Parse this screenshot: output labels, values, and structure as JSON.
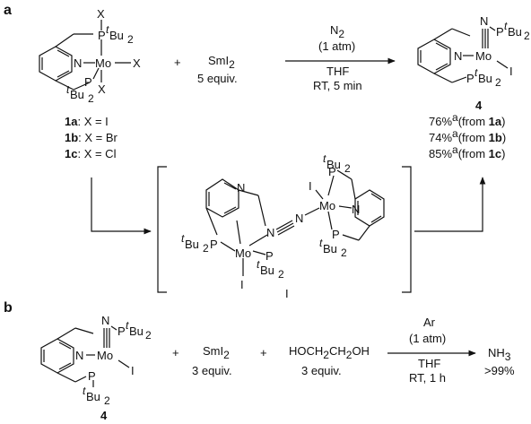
{
  "panel_a": {
    "label": "a",
    "complex1": {
      "atoms": {
        "x_top": "X",
        "pt": "P",
        "t": "t",
        "bu2": "Bu",
        "two": "2",
        "n": "N",
        "mo": "Mo",
        "x_right": "X",
        "x_bottom": "X",
        "p_bottom": "P",
        "t2": "t",
        "bu2b": "Bu",
        "two_b": "2"
      },
      "legend": [
        {
          "num": "1a",
          "rest": ": X = I"
        },
        {
          "num": "1b",
          "rest": ": X = Br"
        },
        {
          "num": "1c",
          "rest": ": X = Cl"
        }
      ]
    },
    "plus": "+",
    "reagent": {
      "name": "SmI",
      "sub": "2",
      "equiv": "5 equiv."
    },
    "arrow": {
      "above1": "N",
      "above1_sub": "2",
      "above2": "(1 atm)",
      "below1": "THF",
      "below2": "RT, 5 min"
    },
    "product": {
      "atoms": {
        "n_top": "N",
        "p": "P",
        "t": "t",
        "bu": "Bu",
        "two": "2",
        "n": "N",
        "mo": "Mo",
        "i": "I",
        "p_b": "P",
        "t_b": "t",
        "bu_b": "Bu",
        "two_b": "2"
      },
      "label": "4",
      "yields": [
        {
          "pct": "76%",
          "sup": "a",
          "src": "1a"
        },
        {
          "pct": "74%",
          "sup": "a",
          "src": "1b"
        },
        {
          "pct": "85%",
          "sup": "a",
          "src": "1c"
        }
      ],
      "yield_from": "(from ",
      "yield_close": ")"
    },
    "intermediate": {
      "label": "I",
      "atoms": {
        "n1": "N",
        "n_link1": "N",
        "n_link2": "N",
        "t1": "t",
        "bu1": "Bu",
        "two1": "2",
        "p1": "P",
        "mo1": "Mo",
        "p1b": "P",
        "t1b": "t",
        "bu1b": "Bu",
        "two1b": "2",
        "i1": "I",
        "p2": "P",
        "t2": "t",
        "bu2": "Bu",
        "two2": "2",
        "i2": "I",
        "mo2": "Mo",
        "n2": "N",
        "p2b": "P",
        "t2b": "t",
        "bu2b": "Bu",
        "two2b": "2"
      }
    }
  },
  "panel_b": {
    "label": "b",
    "complex": {
      "atoms": {
        "n_top": "N",
        "p": "P",
        "t": "t",
        "bu": "Bu",
        "two": "2",
        "n": "N",
        "mo": "Mo",
        "i": "I",
        "p_b": "P",
        "t_b": "t",
        "bu_b": "Bu",
        "two_b": "2"
      },
      "label": "4"
    },
    "plus1": "+",
    "reagent1": {
      "name": "SmI",
      "sub": "2",
      "equiv": "3 equiv."
    },
    "plus2": "+",
    "reagent2": {
      "name": "HOCH",
      "sub1": "2",
      "mid": "CH",
      "sub2": "2",
      "end": "OH",
      "equiv": "3 equiv."
    },
    "arrow": {
      "above1": "Ar",
      "above2": "(1 atm)",
      "below1": "THF",
      "below2": "RT, 1 h"
    },
    "product": {
      "name": "NH",
      "sub": "3",
      "yield": ">99%"
    }
  }
}
